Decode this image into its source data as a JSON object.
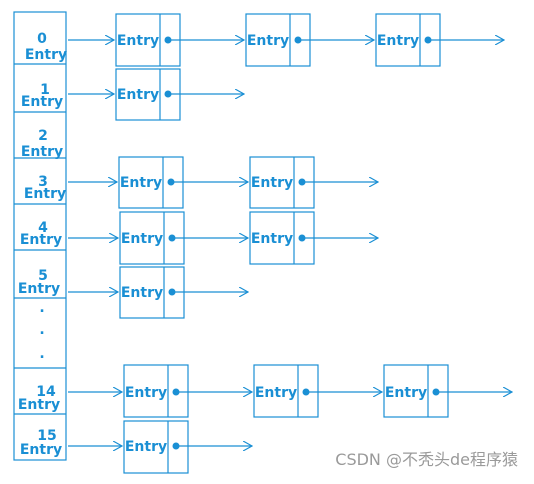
{
  "colors": {
    "line": "#1a8fd4",
    "text": "#1a8fd4",
    "watermark": "#9a9a9a"
  },
  "table": {
    "slots": [
      {
        "index": "0",
        "label": "Entry"
      },
      {
        "index": "1",
        "label": "Entry"
      },
      {
        "index": "2",
        "label": "Entry"
      },
      {
        "index": "3",
        "label": "Entry"
      },
      {
        "index": "4",
        "label": "Entry"
      },
      {
        "index": "5",
        "label": "Entry"
      },
      {
        "index": ".",
        "label": ""
      },
      {
        "index": ".",
        "label": ""
      },
      {
        "index": ".",
        "label": ""
      },
      {
        "index": "14",
        "label": "Entry"
      },
      {
        "index": "15",
        "label": "Entry"
      }
    ]
  },
  "chains": [
    {
      "slot": "0",
      "nodes": [
        "Entry",
        "Entry",
        "Entry"
      ]
    },
    {
      "slot": "1",
      "nodes": [
        "Entry"
      ]
    },
    {
      "slot": "3",
      "nodes": [
        "Entry",
        "Entry"
      ]
    },
    {
      "slot": "4",
      "nodes": [
        "Entry",
        "Entry"
      ]
    },
    {
      "slot": "5",
      "nodes": [
        "Entry"
      ]
    },
    {
      "slot": "14",
      "nodes": [
        "Entry",
        "Entry",
        "Entry"
      ]
    },
    {
      "slot": "15",
      "nodes": [
        "Entry"
      ]
    }
  ],
  "watermark": "CSDN @不秃头de程序猿"
}
